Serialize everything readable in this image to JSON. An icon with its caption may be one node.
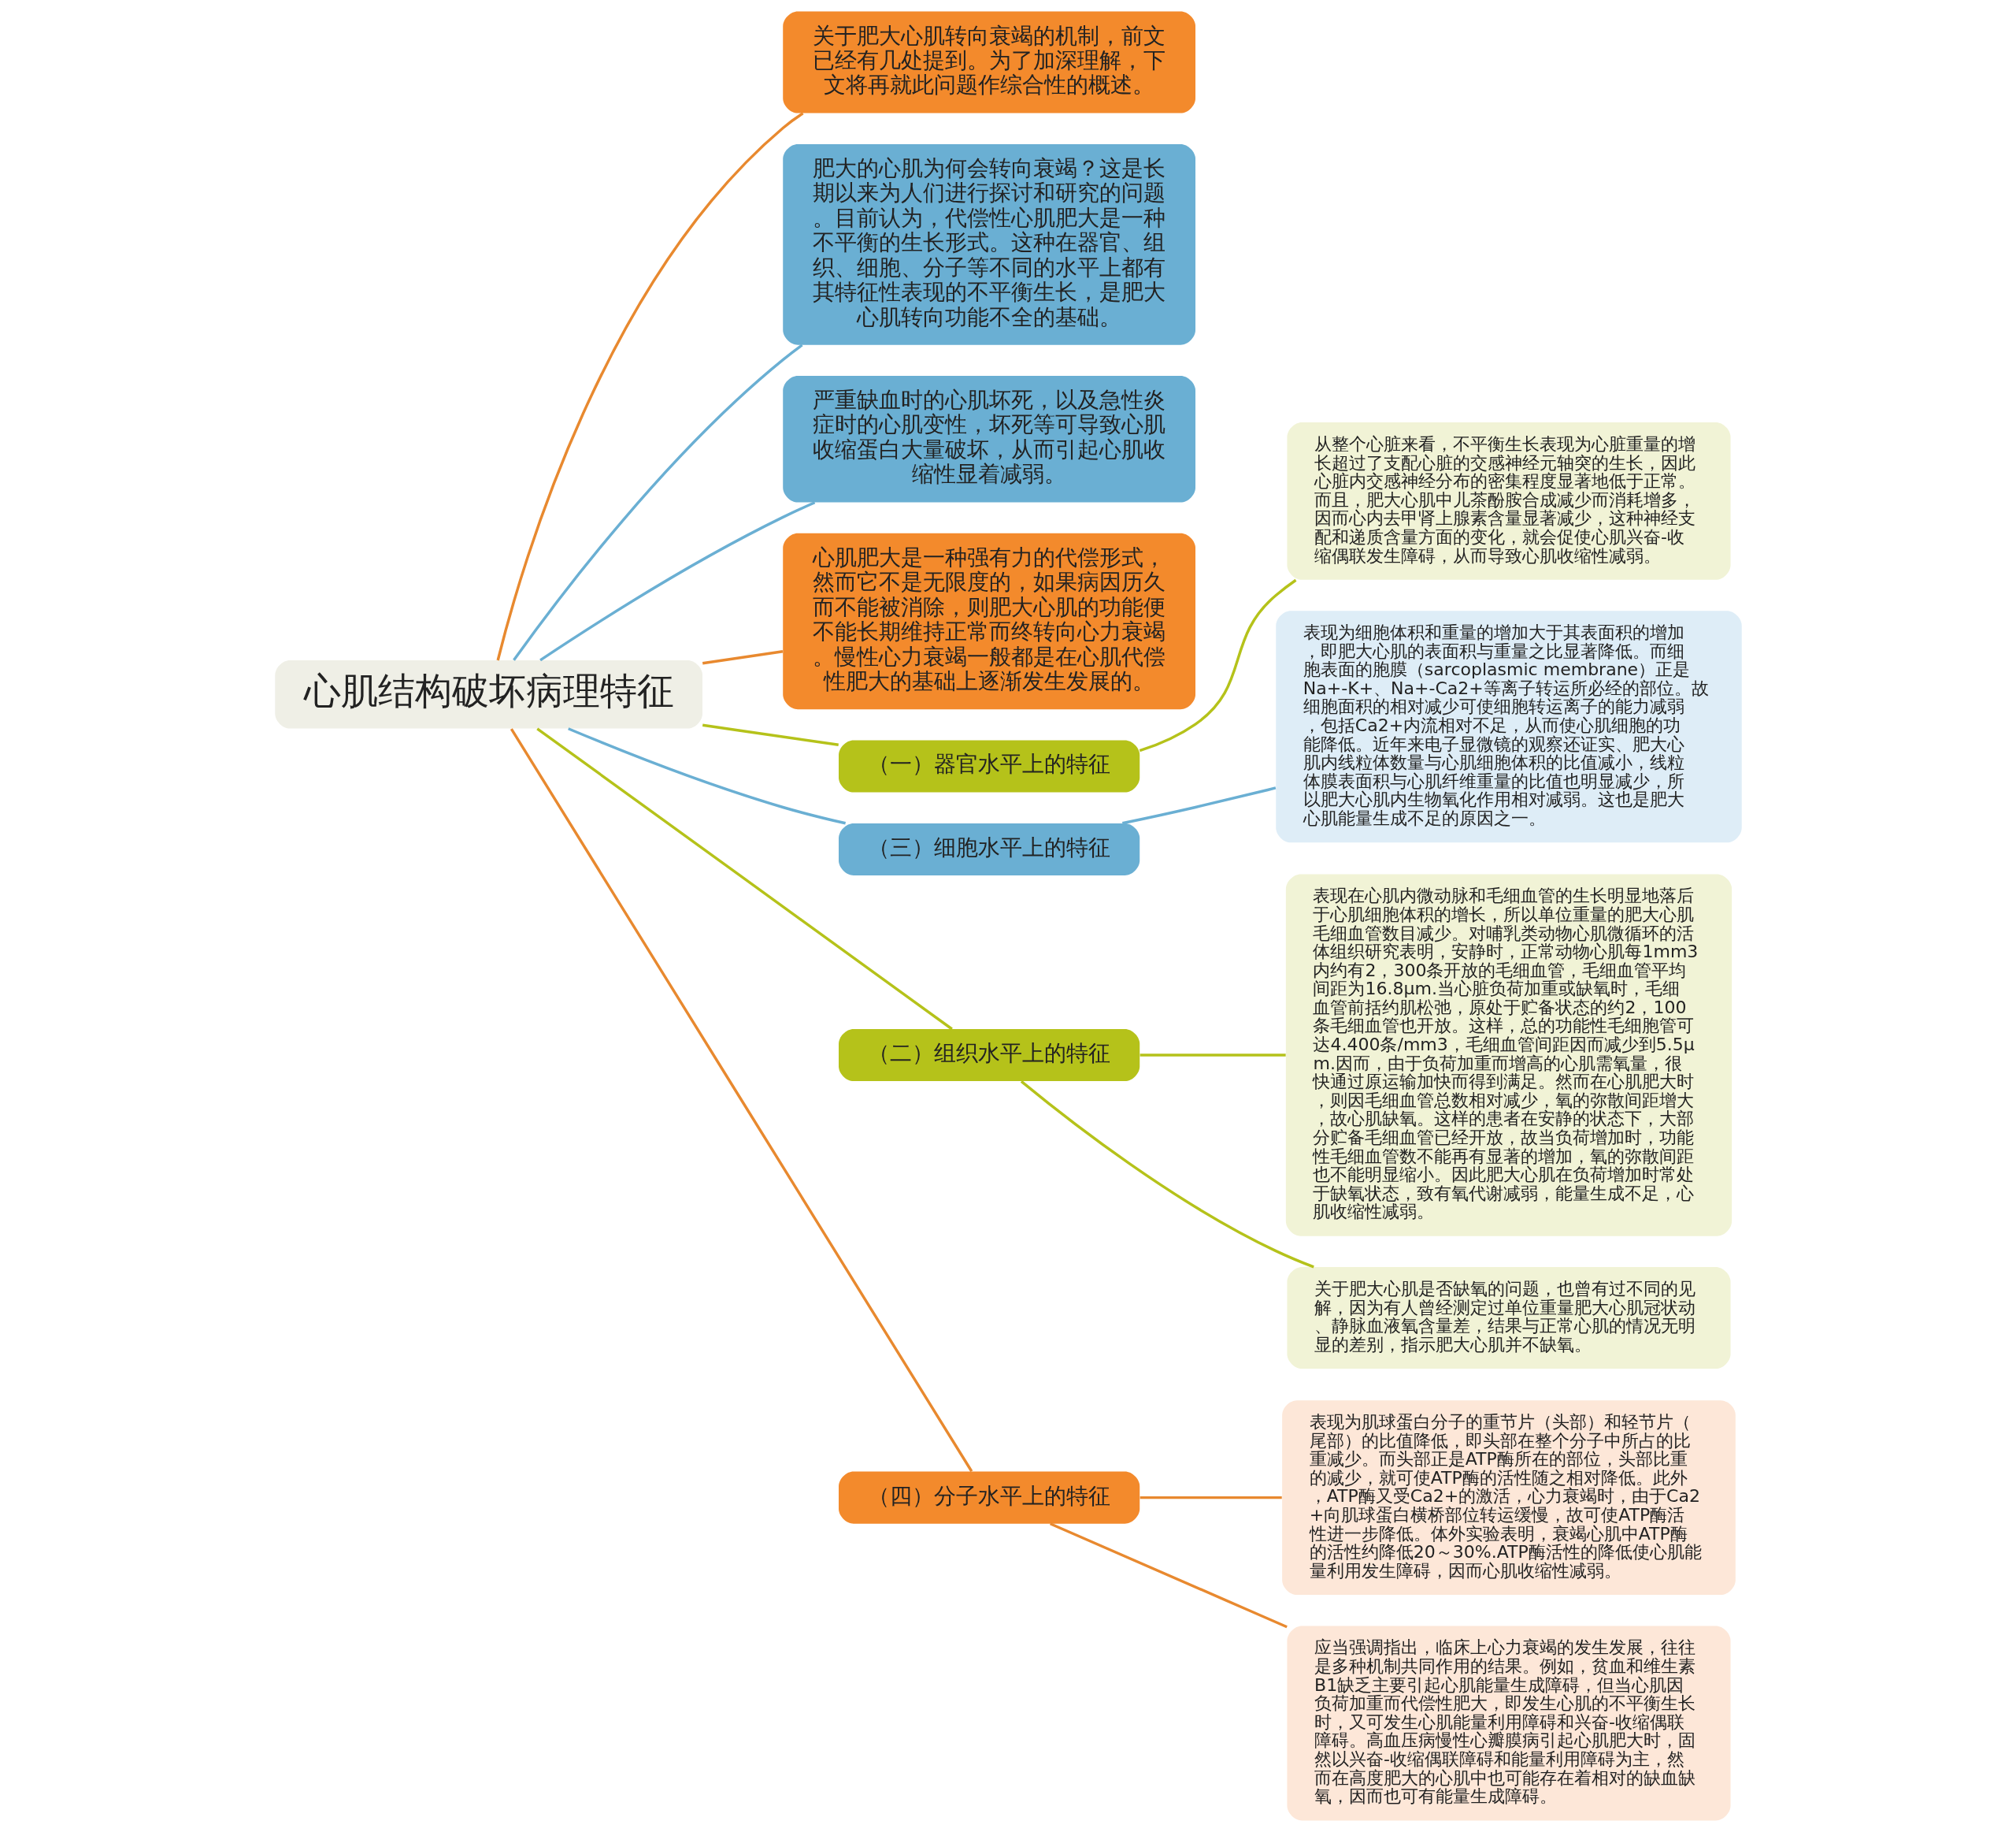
{
  "diagram": {
    "nodes": [
      {
        "text": [
          "心肌结构破坏病理特征"
        ]
      },
      {
        "text": [
          "关于肥大心肌转向衰竭的机制，前文已经有几处提到。为了加深理解，下文将再就此问题作综合性的概述。"
        ]
      },
      {
        "text": [
          "肥大的心肌为何会转向衰竭？这是长期以来为人们进行探讨和研究的问题。目前认为，代偿性心肌肥大是一种不平衡的生长形式。这种在器官、组织、细胞、分子等不同的水平上都有其特征性表现的不平衡生长，是肥大心肌转向功能不全的基础。"
        ]
      },
      {
        "text": [
          "严重缺血时的心肌坏死，以及急性炎症时的心肌变性，坏死等可导致心肌收缩蛋白大量破坏，从而引起心肌收缩性显着减弱。"
        ]
      },
      {
        "text": [
          "心肌肥大是一种强有力的代偿形式，然而它不是无限度的，如果病因历久而不能被消除，则肥大心肌的功能便不能长期维持正常而终转向心力衰竭。慢性心力衰竭一般都是在心肌代偿性肥大的基础上逐渐发生发展的。"
        ]
      },
      {
        "text": [
          "（一）器官水平上的特征"
        ]
      },
      {
        "text": [
          "从整个心脏来看，不平衡生长表现为心脏重量的增长超过了支配心脏的交感神经元轴突的生长，因此心脏内交感神经分布的密集程度显著地低于正常。而且，肥大心肌中儿茶酚胺合成减少而消耗增多，因而心内去甲肾上腺素含量显著减少，这种神经支配和递质含量方面的变化，就会促使心肌兴奋-收缩偶联发生障碍，从而导致心肌收缩性减弱。"
        ]
      },
      {
        "text": [
          "（三）细胞水平上的特征"
        ]
      },
      {
        "text": [
          "表现为细胞体积和重量的增加大于其表面积的增加，即肥大心肌的表面积与重量之比显著降低。而细胞表面的胞膜（sarcoplasmic membrane）正是Na+-K+、Na+-Ca2+等离子转运所必经的部位。故细胞面积的相对减少可使细胞转运离子的能力减弱，包括Ca2+内流相对不足，从而使心肌细胞的功能降低。近年来电子显微镜的观察还证实、肥大心肌内线粒体数量与心肌细胞体积的比值减小，线粒体膜表面积与心肌纤维重量的比值也明显减少，所以肥大心肌内生物氧化作用相对减弱。这也是肥大心肌能量生成不足的原因之一。"
        ]
      },
      {
        "text": [
          "（二）组织水平上的特征"
        ]
      },
      {
        "text": [
          "表现在心肌内微动脉和毛细血管的生长明显地落后于心肌细胞体积的增长，所以单位重量的肥大心肌毛细血管数目减少。对哺乳类动物心肌微循环的活体组织研究表明，安静时，正常动物心肌每1mm3内约有2，300条开放的毛细血管，毛细血管平均间距为16.8μm.当心脏负荷加重或缺氧时，毛细血管前括约肌松弛，原处于贮备状态的约2，100条毛细血管也开放。这样，总的功能性毛细胞管可达4.400条/mm3，毛细血管间距因而减少到5.5μm.因而，由于负荷加重而增高的心肌需氧量，很快通过原运输加快而得到满足。然而在心肌肥大时，则因毛细血管总数相对减少，氧的弥散间距增大，故心肌缺氧。这样的患者在安静的状态下，大部分贮备毛细血管已经开放，故当负荷增加时，功能性毛细血管数不能再有显著的增加，氧的弥散间距也不能明显缩小。因此肥大心肌在负荷增加时常处于缺氧状态，致有氧代谢减弱，能量生成不足，心肌收缩性减弱。"
        ]
      },
      {
        "text": [
          "关于肥大心肌是否缺氧的问题，也曾有过不同的见解，因为有人曾经测定过单位重量肥大心肌冠状动、静脉血液氧含量差，结果与正常心肌的情况无明显的差别，指示肥大心肌并不缺氧。"
        ]
      },
      {
        "text": [
          "（四）分子水平上的特征"
        ]
      },
      {
        "text": [
          "表现为肌球蛋白分子的重节片（头部）和轻节片（尾部）的比值降低，即头部在整个分子中所占的比重减少。而头部正是ATP酶所在的部位，头部比重的减少，就可使ATP酶的活性随之相对降低。此外，ATP酶又受Ca2+的激活，心力衰竭时，由于Ca2+向肌球蛋白横桥部位转运缓慢，故可使ATP酶活性进一步降低。体外实验表明，衰竭心肌中ATP酶的活性约降低20～30%.ATP酶活性的降低使心肌能量利用发生障碍，因而心肌收缩性减弱。"
        ]
      },
      {
        "text": [
          "应当强调指出，临床上心力衰竭的发生发展，往往是多种机制共同作用的结果。例如，贫血和维生素B1缺乏主要引起心肌能量生成障碍，但当心肌因负荷加重而代偿性肥大，即发生心肌的不平衡生长时，又可发生心肌能量利用障碍和兴奋-收缩偶联障碍。高血压病慢性心瓣膜病引起心肌肥大时，固然以兴奋-收缩偶联障碍和能量利用障碍为主，然而在高度肥大的心肌中也可能存在着相对的缺血缺氧，因而也可有能量生成障碍。"
        ]
      }
    ],
    "edges": [
      {
        "from": 0,
        "to": 1,
        "arrow": "none",
        "color": "#e8892f"
      },
      {
        "from": 0,
        "to": 2,
        "arrow": "none",
        "color": "#6aafd3"
      },
      {
        "from": 0,
        "to": 3,
        "arrow": "none",
        "color": "#6aafd3"
      },
      {
        "from": 0,
        "to": 4,
        "arrow": "none",
        "color": "#e8892f"
      },
      {
        "from": 0,
        "to": 5,
        "arrow": "none",
        "color": "#b5c21a"
      },
      {
        "from": 5,
        "to": 6,
        "arrow": "none",
        "color": "#b5c21a"
      },
      {
        "from": 0,
        "to": 7,
        "arrow": "none",
        "color": "#6aafd3"
      },
      {
        "from": 7,
        "to": 8,
        "arrow": "none",
        "color": "#6aafd3"
      },
      {
        "from": 0,
        "to": 9,
        "arrow": "none",
        "color": "#b5c21a"
      },
      {
        "from": 9,
        "to": 10,
        "arrow": "none",
        "color": "#b5c21a"
      },
      {
        "from": 9,
        "to": 11,
        "arrow": "none",
        "color": "#b5c21a"
      },
      {
        "from": 0,
        "to": 12,
        "arrow": "none",
        "color": "#e8892f"
      },
      {
        "from": 12,
        "to": 13,
        "arrow": "none",
        "color": "#e8892f"
      },
      {
        "from": 12,
        "to": 14,
        "arrow": "none",
        "color": "#e8892f"
      }
    ]
  }
}
